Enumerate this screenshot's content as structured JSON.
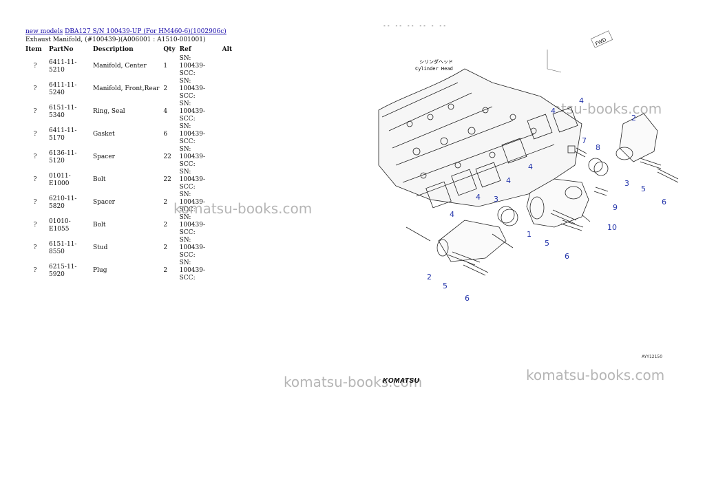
{
  "breadcrumb": {
    "link1": "new models",
    "link2": "DBA127 S/N 100439-UP (For HM460-6)(1002906c)"
  },
  "subtitle": "Exhaust Manifold, (#100439-)(A006001 : A1510-001001)",
  "table": {
    "headers": [
      "Item",
      "PartNo",
      "Description",
      "Qty",
      "Ref",
      "Alt"
    ],
    "rows": [
      {
        "item": "?",
        "part": "6411-11-5210",
        "desc": "Manifold, Center",
        "qty": "1",
        "ref": "SN: 100439-SCC:"
      },
      {
        "item": "?",
        "part": "6411-11-5240",
        "desc": "Manifold, Front,Rear",
        "qty": "2",
        "ref": "SN: 100439-SCC:"
      },
      {
        "item": "?",
        "part": "6151-11-5340",
        "desc": "Ring, Seal",
        "qty": "4",
        "ref": "SN: 100439-SCC:"
      },
      {
        "item": "?",
        "part": "6411-11-5170",
        "desc": "Gasket",
        "qty": "6",
        "ref": "SN: 100439-SCC:"
      },
      {
        "item": "?",
        "part": "6136-11-5120",
        "desc": "Spacer",
        "qty": "22",
        "ref": "SN: 100439-SCC:"
      },
      {
        "item": "?",
        "part": "01011-E1000",
        "desc": "Bolt",
        "qty": "22",
        "ref": "SN: 100439-SCC:"
      },
      {
        "item": "?",
        "part": "6210-11-5820",
        "desc": "Spacer",
        "qty": "2",
        "ref": "SN: 100439-SCC:"
      },
      {
        "item": "?",
        "part": "01010-E1055",
        "desc": "Bolt",
        "qty": "2",
        "ref": "SN: 100439-SCC:"
      },
      {
        "item": "?",
        "part": "6151-11-8550",
        "desc": "Stud",
        "qty": "2",
        "ref": "SN: 100439-SCC:"
      },
      {
        "item": "?",
        "part": "6215-11-5920",
        "desc": "Plug",
        "qty": "2",
        "ref": "SN: 100439-SCC:"
      }
    ]
  },
  "watermark": "komatsu-books.com",
  "diagram": {
    "header_dashes": "-- -- -- -- - --",
    "cylinder_head_jp": "シリンダヘッド",
    "cylinder_head": "Cylinder Head",
    "fwd": "FWD",
    "code": "AYY12150",
    "logo": "KOMATSU",
    "callouts": [
      "4",
      "2",
      "4",
      "7",
      "8",
      "4",
      "3",
      "4",
      "5",
      "6",
      "4",
      "3",
      "9",
      "4",
      "1",
      "10",
      "5",
      "6",
      "2",
      "5",
      "6"
    ]
  }
}
